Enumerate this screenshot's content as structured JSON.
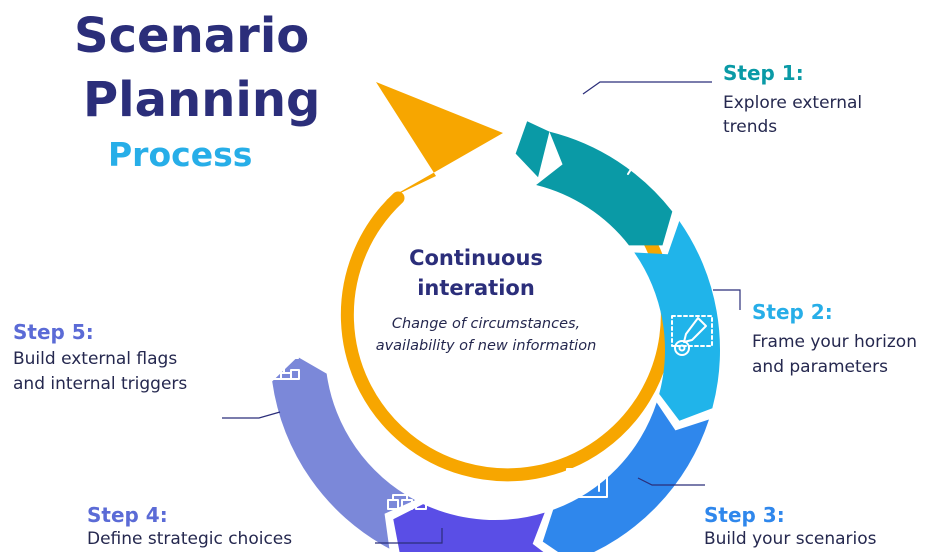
{
  "title": {
    "line1": "Scenario",
    "line2": "Planning",
    "line3": "Process"
  },
  "center": {
    "heading_line1": "Continuous",
    "heading_line2": "interation",
    "subtext_line1": "Change of circumstances,",
    "subtext_line2": "availability of new information"
  },
  "steps": [
    {
      "label": "Step 1:",
      "desc_line1": "Explore external",
      "desc_line2": "trends",
      "color": "#0a9aa6",
      "icon": "magnifier-globe-icon"
    },
    {
      "label": "Step 2:",
      "desc_line1": "Frame your horizon",
      "desc_line2": "and parameters",
      "color": "#20b4ea",
      "icon": "pen-gear-icon"
    },
    {
      "label": "Step 3:",
      "desc_line1": "Build your scenarios",
      "desc_line2": "",
      "color": "#2f87ec",
      "icon": "flowchart-board-icon"
    },
    {
      "label": "Step 4:",
      "desc_line1": "Define strategic choices",
      "desc_line2": "",
      "color": "#5a4ee6",
      "icon": "chess-hierarchy-icon"
    },
    {
      "label": "Step 5:",
      "desc_line1": "Build external flags",
      "desc_line2": "and internal triggers",
      "color": "#7b88d9",
      "icon": "flag-podium-icon"
    }
  ],
  "colors": {
    "title_dark": "#2b2e7a",
    "title_accent": "#27aee8",
    "loop_arrow": "#f7a600",
    "step_label": "#5b6bd6",
    "step_label_alt": "#27aee8"
  }
}
